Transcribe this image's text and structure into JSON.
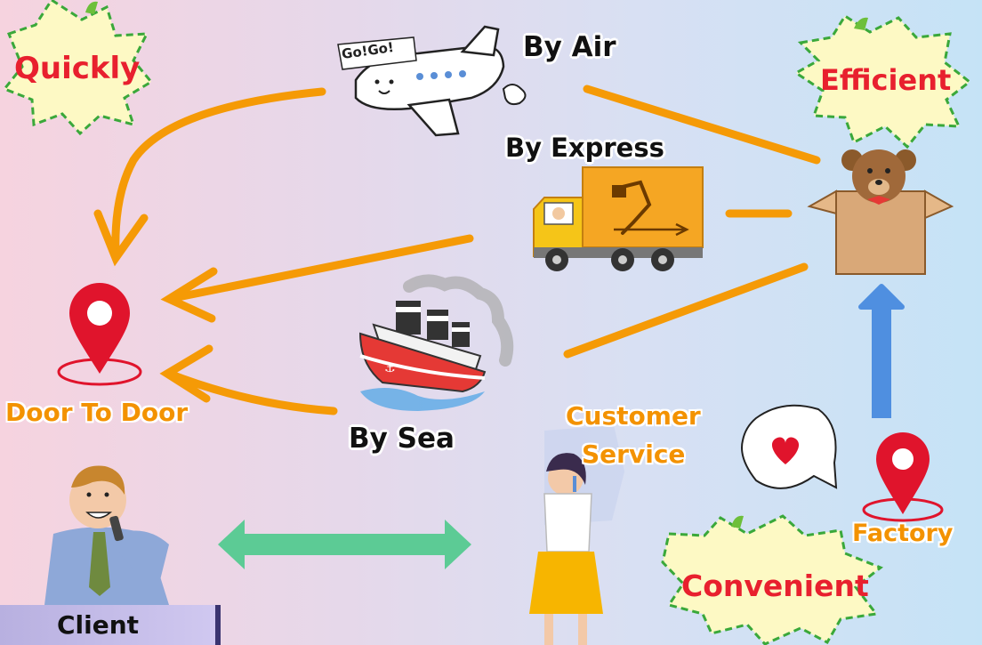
{
  "labels": {
    "quickly": "Quickly",
    "efficient": "Efficient",
    "convenient": "Convenient",
    "by_air": "By Air",
    "by_express": "By Express",
    "by_sea": "By Sea",
    "door_to_door": "Door To Door",
    "customer_service_line1": "Customer",
    "customer_service_line2": "Service",
    "factory": "Factory",
    "client": "Client",
    "plane_text": "Go!Go!"
  },
  "colors": {
    "arrow_orange": "#f59a06",
    "pin_red": "#e0142c",
    "burst_fill": "#fdf9c4",
    "burst_border": "#3aa83a",
    "exchange_arrow": "#5ccb95",
    "up_arrow": "#4f8fe0",
    "label_red": "#e8202e",
    "label_orange": "#f39200"
  },
  "icons": {
    "pin": "map-pin-icon",
    "plane": "airplane-icon",
    "truck": "delivery-truck-icon",
    "ship": "steamship-icon",
    "box": "teddy-bear-box-icon",
    "bubble": "heart-speech-bubble-icon"
  }
}
